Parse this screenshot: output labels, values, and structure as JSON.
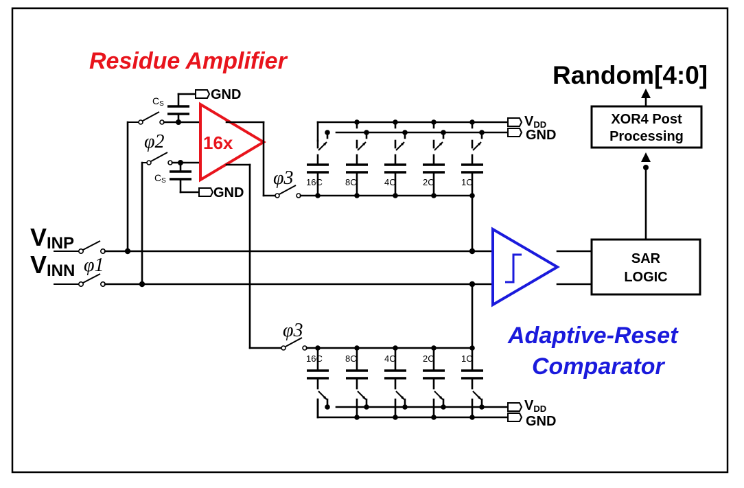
{
  "titles": {
    "residue_amplifier": "Residue Amplifier",
    "comparator_line1": "Adaptive-Reset",
    "comparator_line2": "Comparator",
    "output": "Random[4:0]"
  },
  "blocks": {
    "amp_gain": "16x",
    "sar_line1": "SAR",
    "sar_line2": "LOGIC",
    "xor_line1": "XOR4 Post",
    "xor_line2": "Processing"
  },
  "inputs": {
    "vinp_main": "V",
    "vinp_sub": "INP",
    "vinn_main": "V",
    "vinn_sub": "INN"
  },
  "supplies": {
    "gnd": "GND",
    "vdd_main": "V",
    "vdd_sub": "DD",
    "cs_main": "C",
    "cs_sub": "S"
  },
  "phases": {
    "phi1": "φ1",
    "phi2": "φ2",
    "phi3": "φ3"
  },
  "capacitor_labels": [
    "16C",
    "8C",
    "4C",
    "2C",
    "1C"
  ],
  "colors": {
    "amplifier": "#e8141c",
    "comparator": "#1a1adc",
    "wire": "#000000"
  }
}
